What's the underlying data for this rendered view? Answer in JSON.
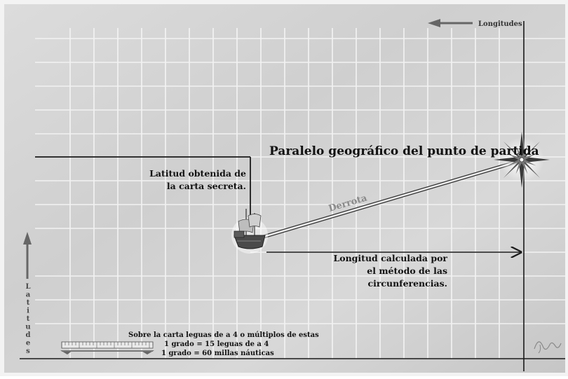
{
  "header": {
    "longitudes_label": "Longitudes"
  },
  "axis": {
    "latitudes_letters": [
      "L",
      "a",
      "t",
      "i",
      "t",
      "u",
      "d",
      "e",
      "s"
    ]
  },
  "labels": {
    "parallel": "Paralelo geográfico del punto de partida",
    "latitude_line1": "Latitud obtenida de",
    "latitude_line2": "la carta secreta.",
    "route": "Derrota",
    "longitude_line1": "Longitud calculada por",
    "longitude_line2": "el método de las",
    "longitude_line3": "circunferencias."
  },
  "scale": {
    "line1": "Sobre la carta leguas de a 4 o múltiplos de estas",
    "line2": "1 grado = 15 leguas de a 4",
    "line3": "1 grado = 60 millas náuticas"
  },
  "colors": {
    "background": "#d6d6d6",
    "frame": "#f5f5f5",
    "grid_line": "#f2f2f2",
    "ink": "#1a1a1a",
    "arrow_gray": "#666666",
    "route_line": "#e8e8e8"
  },
  "icons": [
    "compass-rose-icon",
    "ship-icon",
    "left-arrow-icon",
    "up-arrow-icon",
    "signature-icon"
  ]
}
